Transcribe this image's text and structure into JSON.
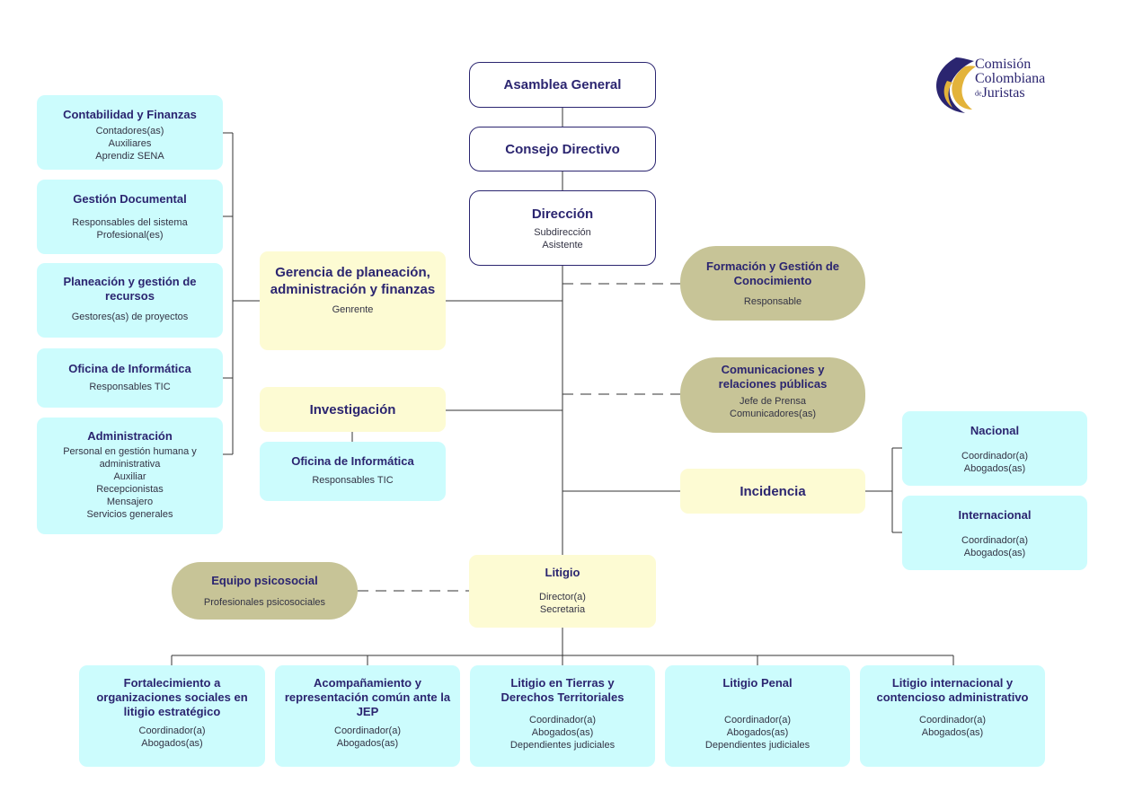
{
  "logo": {
    "line1": "Comisión",
    "line2": "Colombiana",
    "line3_prefix": "de",
    "line3": "Juristas",
    "colors": {
      "navy": "#2b2570",
      "gold": "#e3b33a"
    }
  },
  "top": {
    "asamblea": "Asamblea General",
    "consejo": "Consejo Directivo",
    "direccion": {
      "title": "Dirección",
      "sub": "Subdirección\nAsistente"
    }
  },
  "left": {
    "contabilidad": {
      "title": "Contabilidad y Finanzas",
      "sub": "Contadores(as)\nAuxiliares\nAprendiz SENA"
    },
    "gestion_doc": {
      "title": "Gestión Documental",
      "sub": "Responsables del sistema\nProfesional(es)"
    },
    "planeacion": {
      "title": "Planeación y gestión de recursos",
      "sub": "Gestores(as) de proyectos"
    },
    "informatica": {
      "title": "Oficina de Informática",
      "sub": "Responsables TIC"
    },
    "administracion": {
      "title": "Administración",
      "sub": "Personal en gestión humana y administrativa\nAuxiliar\nRecepcionistas\nMensajero\nServicios generales"
    }
  },
  "middle": {
    "gerencia": {
      "title": "Gerencia de planeación, administración y finanzas",
      "sub": "Genrente"
    },
    "investigacion": {
      "title": "Investigación"
    },
    "informatica2": {
      "title": "Oficina de Informática",
      "sub": "Responsables TIC"
    }
  },
  "right": {
    "formacion": {
      "title": "Formación y Gestión de Conocimiento",
      "sub": "Responsable"
    },
    "comunicaciones": {
      "title": "Comunicaciones y relaciones públicas",
      "sub": "Jefe de Prensa\nComunicadores(as)"
    },
    "incidencia": {
      "title": "Incidencia"
    },
    "nacional": {
      "title": "Nacional",
      "sub": "Coordinador(a)\nAbogados(as)"
    },
    "internacional": {
      "title": "Internacional",
      "sub": "Coordinador(a)\nAbogados(as)"
    }
  },
  "litigio": {
    "main": {
      "title": "Litigio",
      "sub": "Director(a)\nSecretaria"
    },
    "psicosocial": {
      "title": "Equipo psicosocial",
      "sub": "Profesionales psicosociales"
    },
    "fortalecimiento": {
      "title": "Fortalecimiento a organizaciones sociales en litigio estratégico",
      "sub": "Coordinador(a)\nAbogados(as)"
    },
    "acompanamiento": {
      "title": "Acompañamiento y representación común ante la JEP",
      "sub": "Coordinador(a)\nAbogados(as)"
    },
    "tierras": {
      "title": "Litigio en Tierras y Derechos Territoriales",
      "sub": "Coordinador(a)\nAbogados(as)\nDependientes judiciales"
    },
    "penal": {
      "title": "Litigio Penal",
      "sub": "Coordinador(a)\nAbogados(as)\nDependientes judiciales"
    },
    "internacional": {
      "title": "Litigio internacional y contencioso administrativo",
      "sub": "Coordinador(a)\nAbogados(as)"
    }
  },
  "colors": {
    "cyan": "#ccfcfd",
    "yellow": "#fdfbd3",
    "olive": "#c7c497",
    "navy": "#2b2570",
    "line": "#333333"
  }
}
